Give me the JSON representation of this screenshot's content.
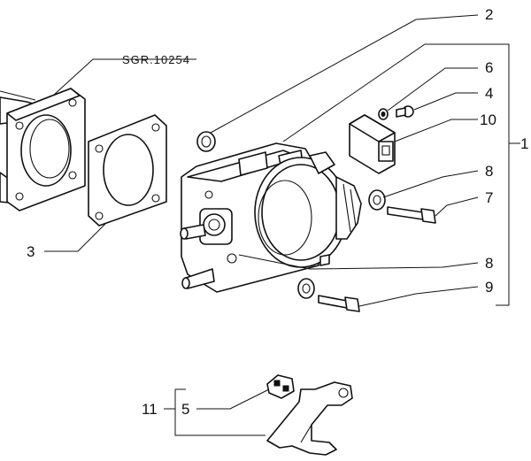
{
  "reference": "SGR.10254",
  "callouts": [
    {
      "id": "c1",
      "text": "1"
    },
    {
      "id": "c2",
      "text": "2"
    },
    {
      "id": "c3",
      "text": "3"
    },
    {
      "id": "c4",
      "text": "4"
    },
    {
      "id": "c5",
      "text": "5"
    },
    {
      "id": "c6",
      "text": "6"
    },
    {
      "id": "c7",
      "text": "7"
    },
    {
      "id": "c8a",
      "text": "8"
    },
    {
      "id": "c8b",
      "text": "8"
    },
    {
      "id": "c9",
      "text": "9"
    },
    {
      "id": "c10",
      "text": "10"
    },
    {
      "id": "c11",
      "text": "11"
    }
  ]
}
